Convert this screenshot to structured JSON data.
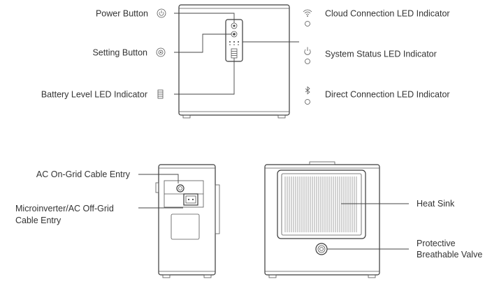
{
  "front_labels": {
    "power_button": "Power Button",
    "setting_button": "Setting Button",
    "battery_led": "Battery Level LED Indicator",
    "cloud_led": "Cloud Connection LED Indicator",
    "system_led": "System Status LED Indicator",
    "direct_led": "Direct Connection LED Indicator"
  },
  "side_labels": {
    "ac_on_grid": "AC On-Grid Cable Entry",
    "microinverter_line1": "Microinverter/AC Off-Grid",
    "microinverter_line2": "Cable Entry"
  },
  "back_labels": {
    "heat_sink": "Heat Sink",
    "valve_line1": "Protective",
    "valve_line2": "Breathable Valve"
  },
  "icons": {
    "power": "power-icon",
    "setting": "gear-icon",
    "battery": "battery-icon",
    "cloud": "wifi-icon",
    "system": "power-icon",
    "direct": "bluetooth-icon"
  },
  "colors": {
    "line": "#3a3a3a",
    "text": "#333333"
  }
}
